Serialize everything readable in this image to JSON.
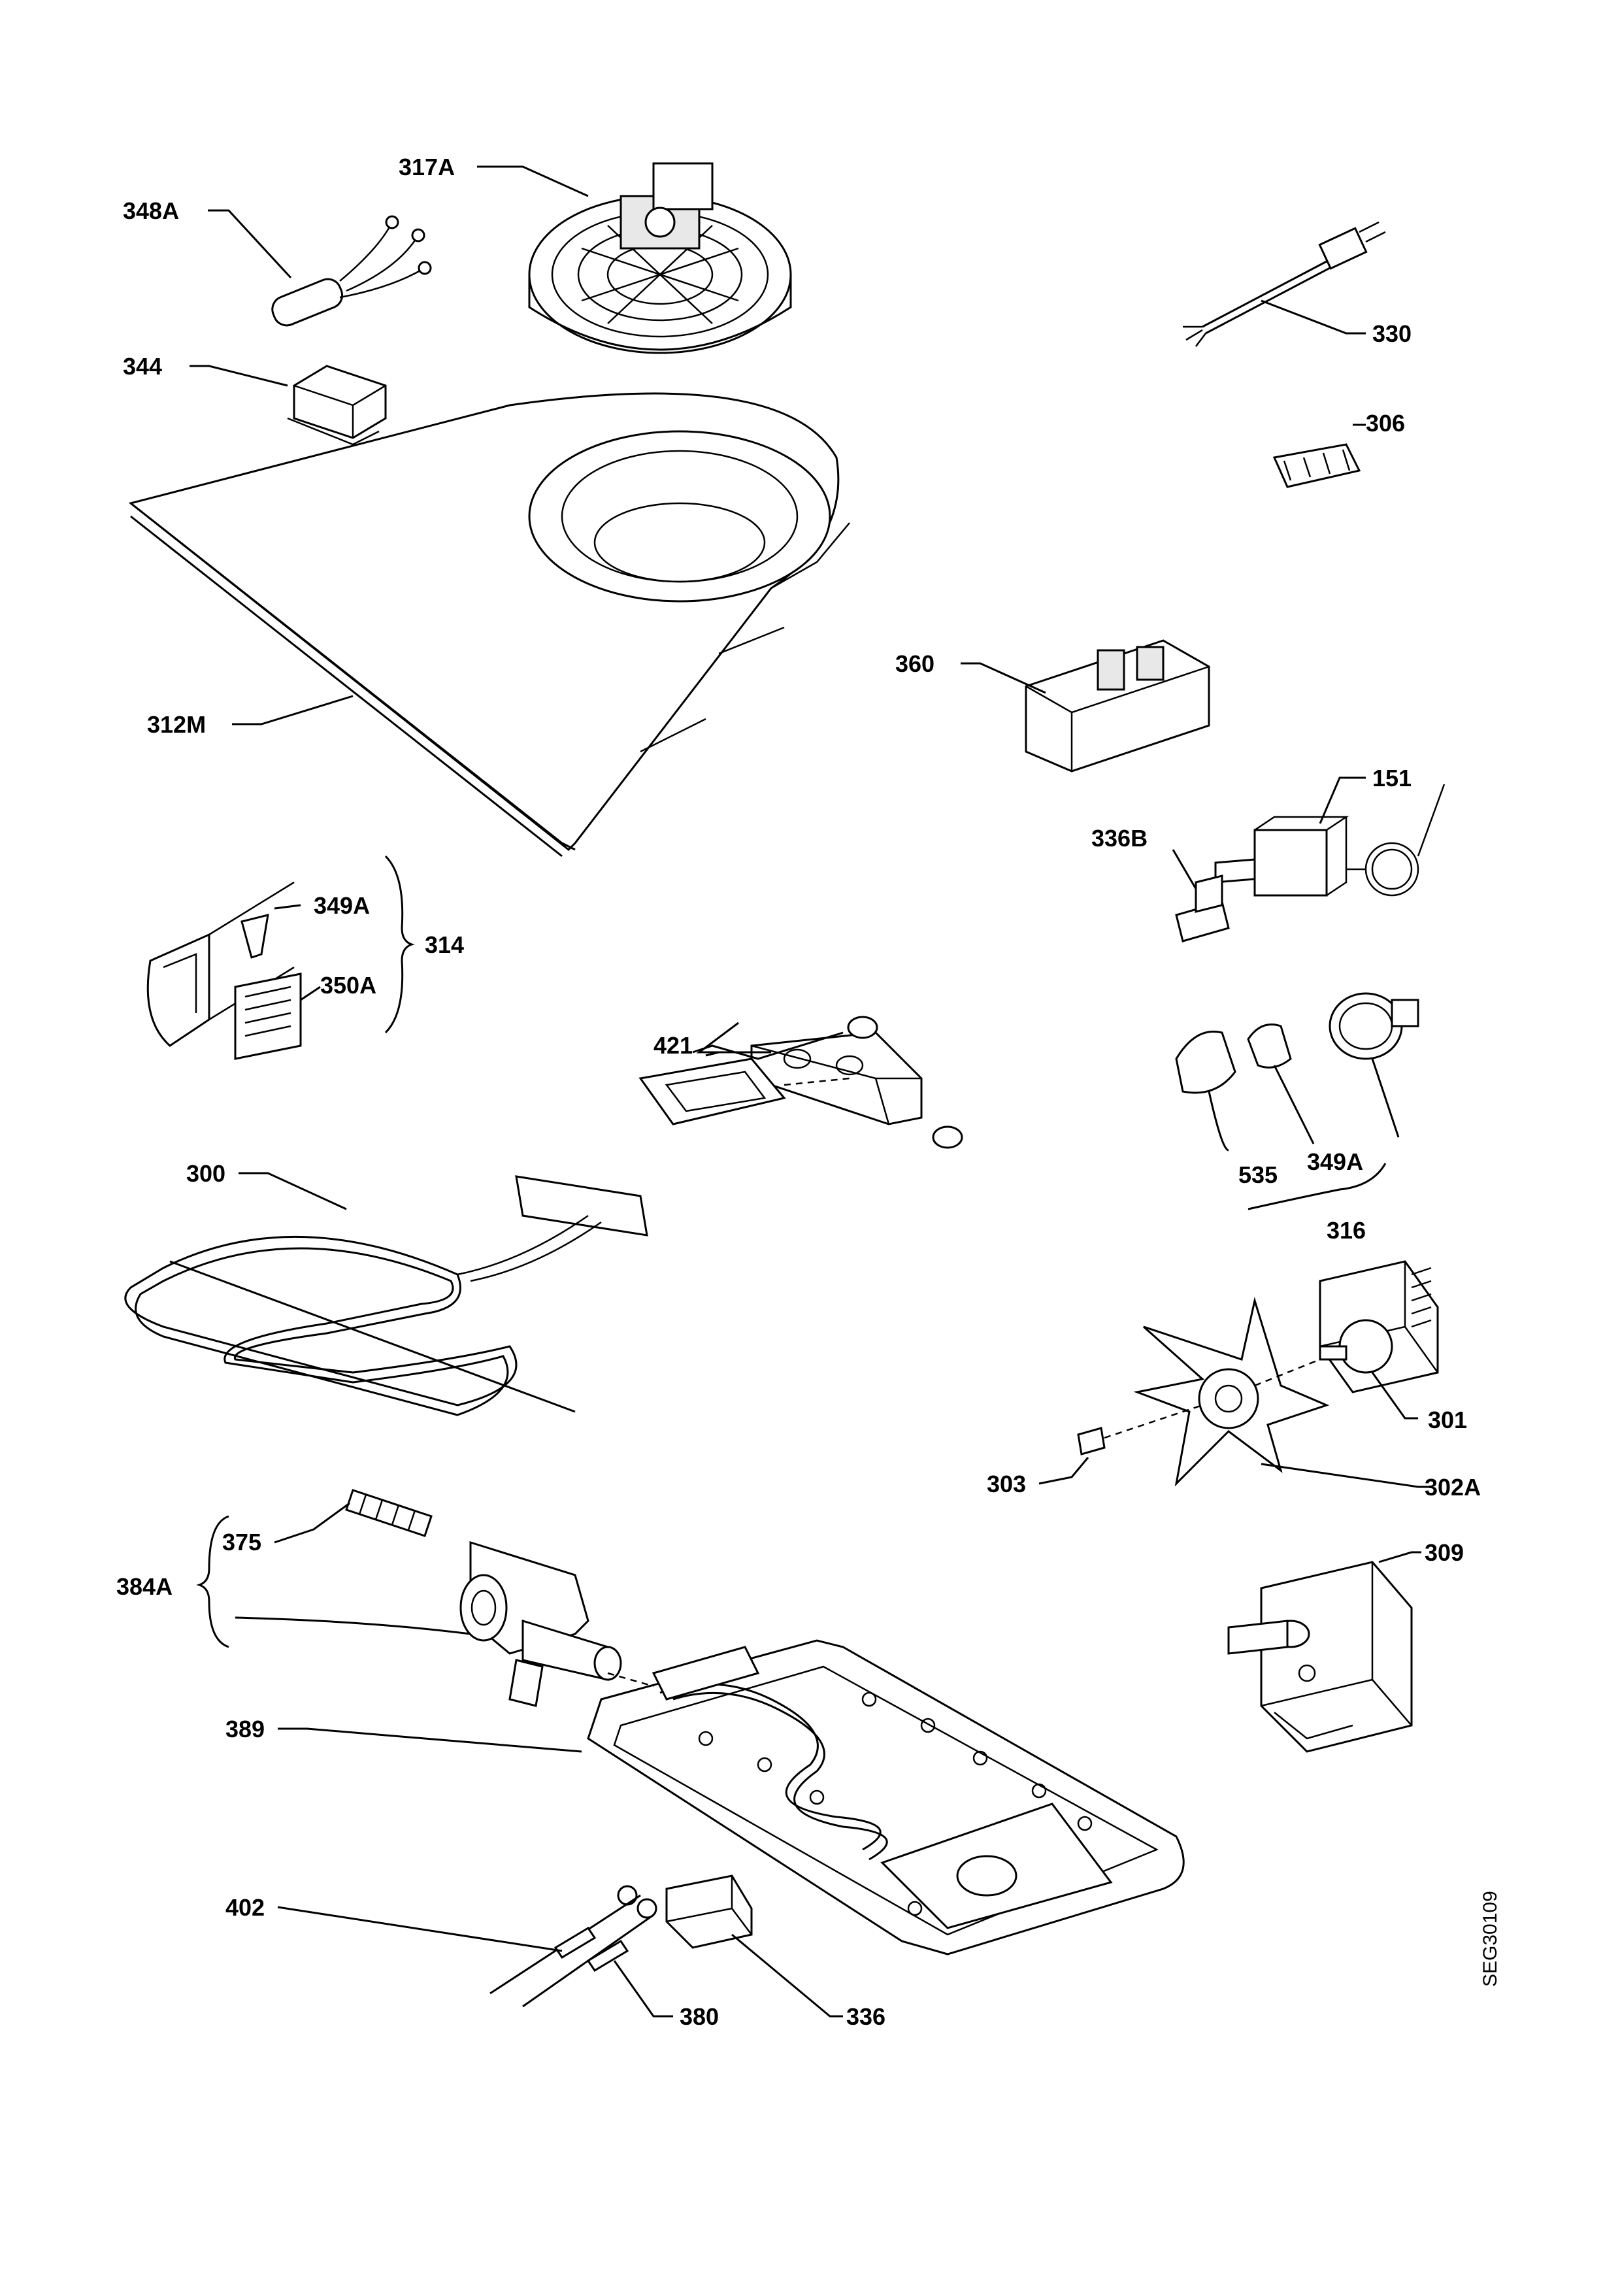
{
  "labels": {
    "l317A": "317A",
    "l348A": "348A",
    "l330": "330",
    "l344": "344",
    "l306": "306",
    "l312M": "312M",
    "l360": "360",
    "l151": "151",
    "l336B": "336B",
    "l349A_a": "349A",
    "l314": "314",
    "l350A": "350A",
    "l421": "421",
    "l535": "535",
    "l349A_b": "349A",
    "l316": "316",
    "l300": "300",
    "l301": "301",
    "l303": "303",
    "l302A": "302A",
    "l375": "375",
    "l384A": "384A",
    "l309": "309",
    "l389": "389",
    "l402": "402",
    "l380": "380",
    "l336": "336"
  },
  "drawing_code": "SEG30109"
}
